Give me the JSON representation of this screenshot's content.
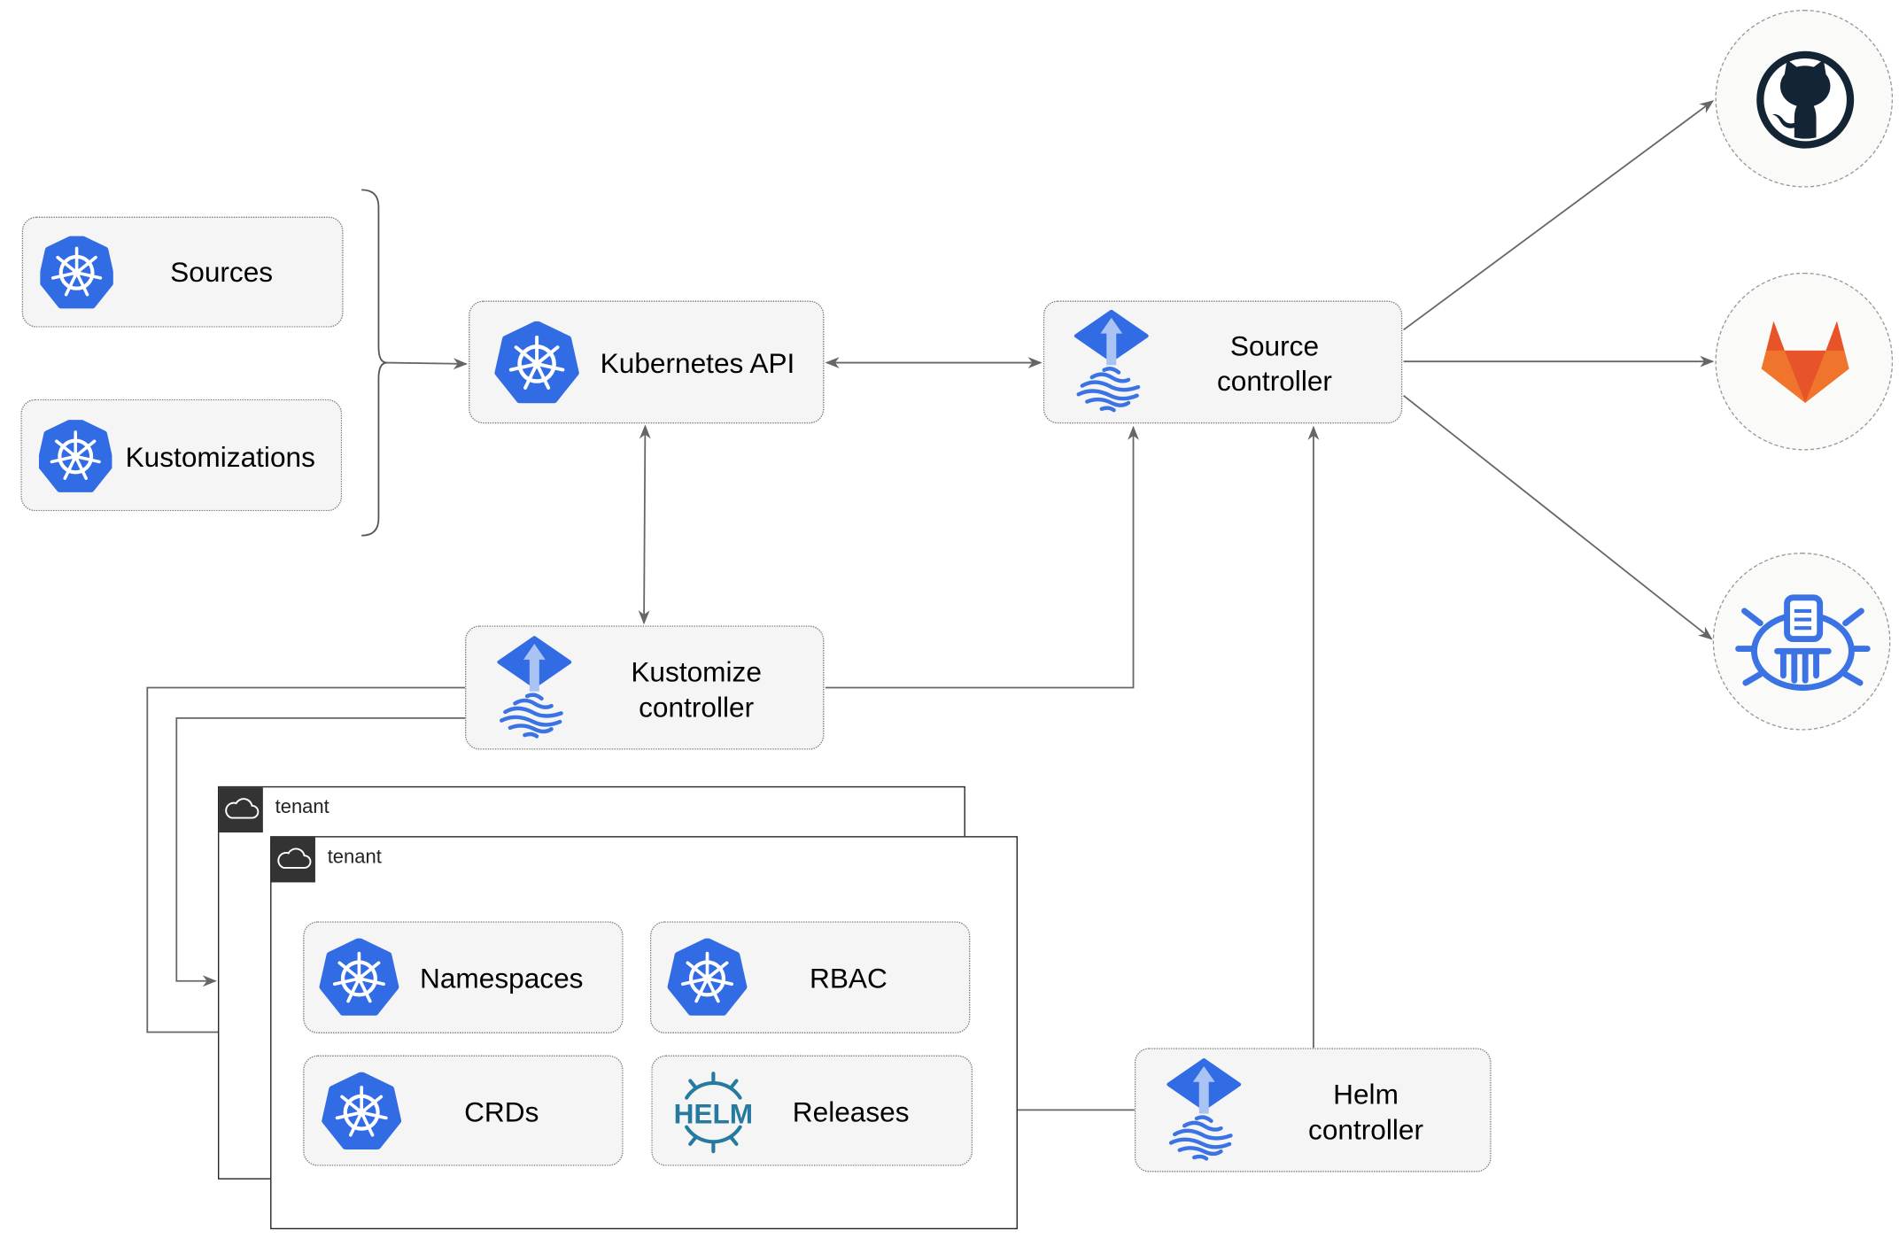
{
  "nodes": {
    "sources": {
      "label": "Sources",
      "icon": "kubernetes-icon"
    },
    "kustomizations": {
      "label": "Kustomizations",
      "icon": "kubernetes-icon"
    },
    "kubernetes_api": {
      "label": "Kubernetes API",
      "icon": "kubernetes-icon"
    },
    "source_controller": {
      "label_line1": "Source",
      "label_line2": "controller",
      "icon": "flux-icon"
    },
    "kustomize_controller": {
      "label_line1": "Kustomize",
      "label_line2": "controller",
      "icon": "flux-icon"
    },
    "helm_controller": {
      "label_line1": "Helm",
      "label_line2": "controller",
      "icon": "flux-icon"
    },
    "namespaces": {
      "label": "Namespaces",
      "icon": "kubernetes-icon"
    },
    "rbac": {
      "label": "RBAC",
      "icon": "kubernetes-icon"
    },
    "crds": {
      "label": "CRDs",
      "icon": "kubernetes-icon"
    },
    "releases": {
      "label": "Releases",
      "icon": "helm-icon",
      "icon_text": "HELM"
    }
  },
  "tenants": [
    {
      "label": "tenant",
      "icon": "cloud-icon"
    },
    {
      "label": "tenant",
      "icon": "cloud-icon"
    }
  ],
  "external_sources": [
    {
      "name": "github",
      "icon": "github-icon"
    },
    {
      "name": "gitlab",
      "icon": "gitlab-icon"
    },
    {
      "name": "bucket",
      "icon": "bucket-icon"
    }
  ],
  "colors": {
    "k8s_blue": "#326ce5",
    "helm_teal": "#277a9f",
    "edge": "#666666",
    "github_dark": "#132435",
    "gitlab_orange": "#e8542a",
    "gitlab_yellow": "#f8a231"
  }
}
